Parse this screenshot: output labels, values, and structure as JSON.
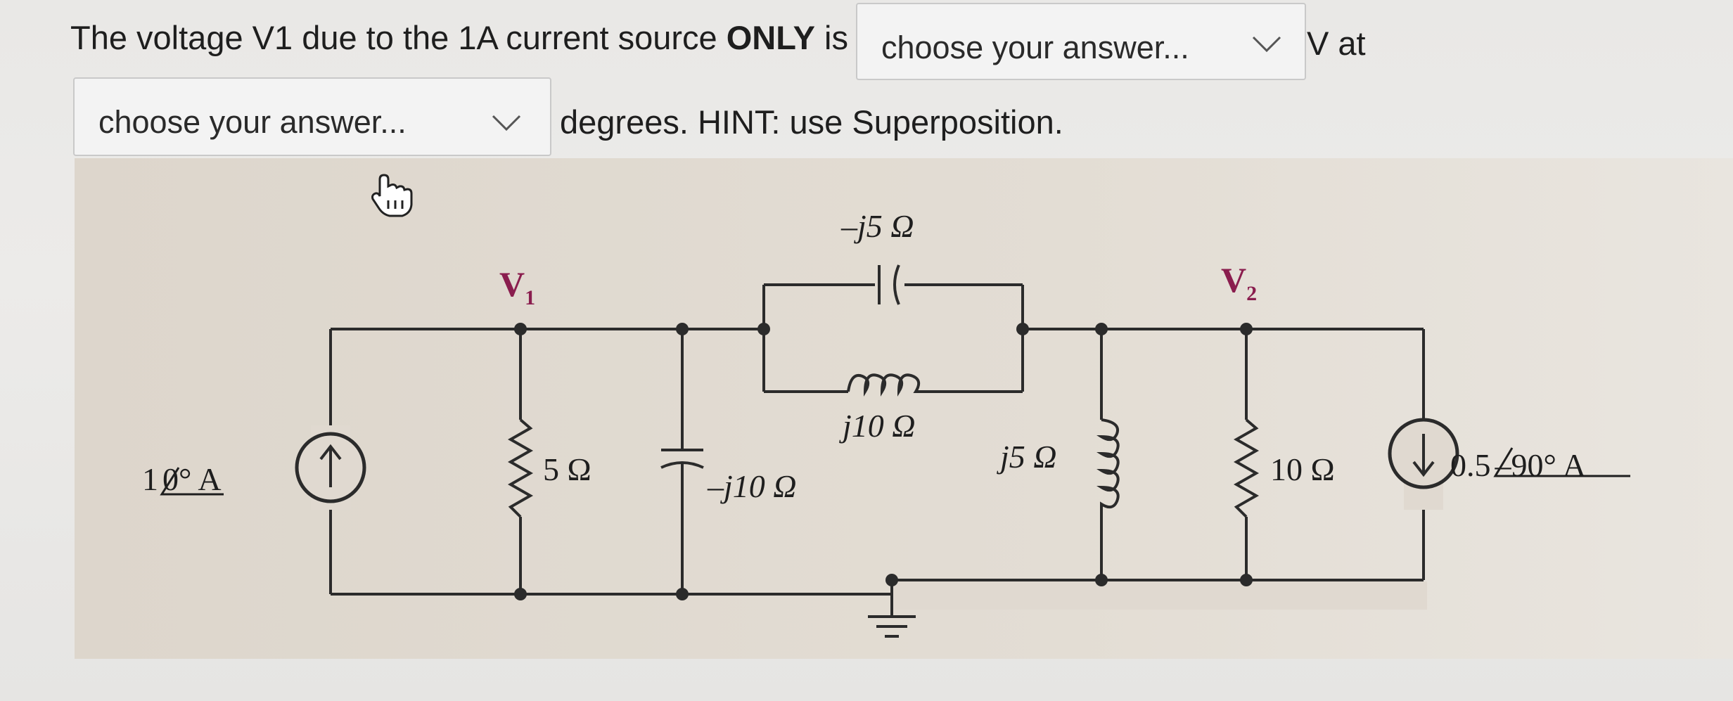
{
  "question": {
    "prefix": "The voltage V1 due to the 1A current source ",
    "emphasis": "ONLY",
    "after_emphasis": " is",
    "after_dropdown1": "V at",
    "after_dropdown2": "degrees. HINT: use Superposition."
  },
  "dropdowns": {
    "magnitude_placeholder": "choose your answer...",
    "angle_placeholder": "choose your answer..."
  },
  "circuit": {
    "node_v1": "V",
    "node_v1_sub": "1",
    "node_v2": "V",
    "node_v2_sub": "2",
    "source1_label": "1",
    "source1_angle": "0° A",
    "source2_label": "0.5",
    "source2_angle": "–90° A",
    "r5_label": "5 Ω",
    "cap10_label": "–j10 Ω",
    "cap5_label": "–j5 Ω",
    "ind10_label": "j10 Ω",
    "ind5_label": "j5 Ω",
    "r10_label": "10 Ω"
  },
  "colors": {
    "node_label": "#8a1d4e",
    "wire": "#2b2b2b",
    "panel": "#e0d9d0"
  }
}
